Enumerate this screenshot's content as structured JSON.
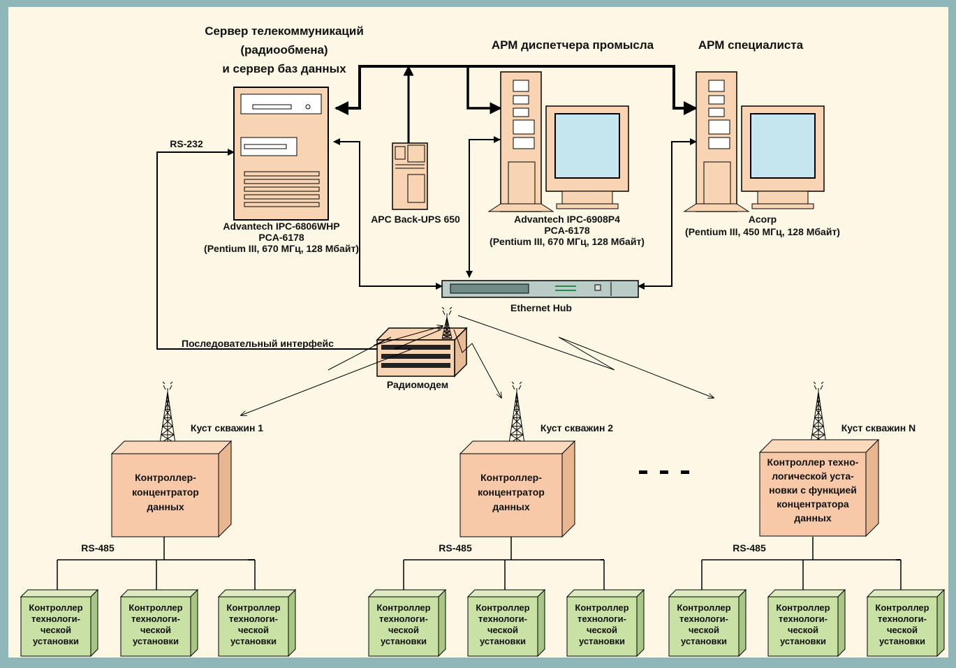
{
  "server_heading": [
    "Сервер телекоммуникаций",
    "(радиообмена)",
    "и сервер баз данных"
  ],
  "arm_dispatcher_heading": "АРМ диспетчера промысла",
  "arm_specialist_heading": "АРМ специалиста",
  "rs232_label": "RS-232",
  "server_specs": [
    "Advantech IPC-6806WHP",
    "PCA-6178",
    "(Pentium III, 670 МГц, 128 Мбайт)"
  ],
  "ups_label": "APC Back-UPS 650",
  "dispatcher_specs": [
    "Advantech IPC-6908P4",
    "PCA-6178",
    "(Pentium III, 670 МГц, 128 Мбайт)"
  ],
  "specialist_specs": [
    "Acorp",
    "(Pentium III, 450 МГц, 128 Мбайт)"
  ],
  "hub_label": "Ethernet Hub",
  "serial_label": "Последовательный интерфейс",
  "radiomodem_label": "Радиомодем",
  "clusters": [
    {
      "well_label": "Куст скважин 1",
      "controller": [
        "Контроллер-",
        "концентратор",
        "данных"
      ],
      "bus": "RS-485"
    },
    {
      "well_label": "Куст скважин 2",
      "controller": [
        "Контроллер-",
        "концентратор",
        "данных"
      ],
      "bus": "RS-485"
    },
    {
      "well_label": "Куст скважин N",
      "controller": [
        "Контроллер техно-",
        "логической уста-",
        "новки с функцией",
        "концентратора",
        "данных"
      ],
      "bus": "RS-485"
    }
  ],
  "tech_controller_label": [
    "Контроллер",
    "технологи-",
    "ческой",
    "установки"
  ],
  "colors": {
    "background": "#fdf7e6",
    "frame": "#8fb6b8",
    "concentrator": "#f8c9a8",
    "tech_controller": "#c9e1a4",
    "device": "#f9d4b3",
    "screen": "#c6e6ef"
  }
}
